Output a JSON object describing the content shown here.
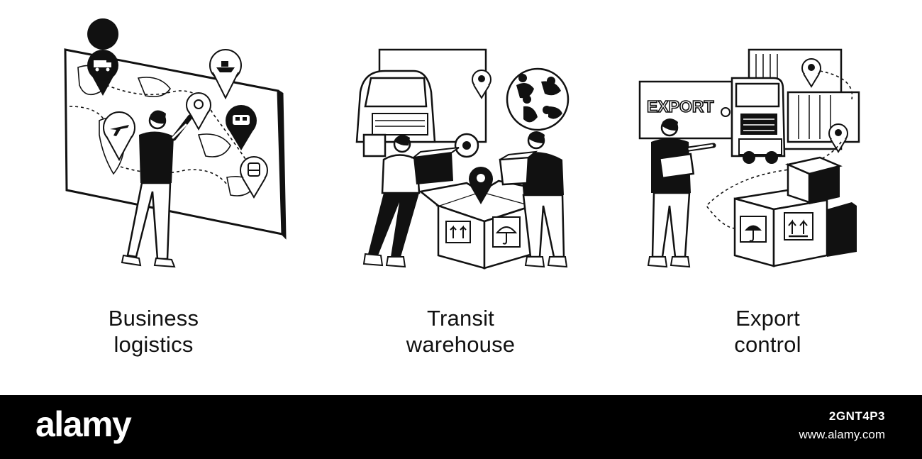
{
  "panels": [
    {
      "line1": "Business",
      "line2": "logistics"
    },
    {
      "line1": "Transit",
      "line2": "warehouse"
    },
    {
      "line1": "Export",
      "line2": "control"
    }
  ],
  "illustrations": {
    "export_truck_label": "EXPORT"
  },
  "footer": {
    "brand": "alamy",
    "image_id": "2GNT4P3",
    "site": "www.alamy.com"
  },
  "colors": {
    "ink": "#111111",
    "background": "#ffffff",
    "footer": "#000000"
  },
  "icons": [
    "map-icon",
    "truck-icon",
    "ship-icon",
    "plane-icon",
    "train-icon",
    "bus-icon",
    "location-pin-icon",
    "globe-icon",
    "box-icon",
    "umbrella-icon",
    "this-way-up-icon",
    "shipping-container-icon"
  ]
}
